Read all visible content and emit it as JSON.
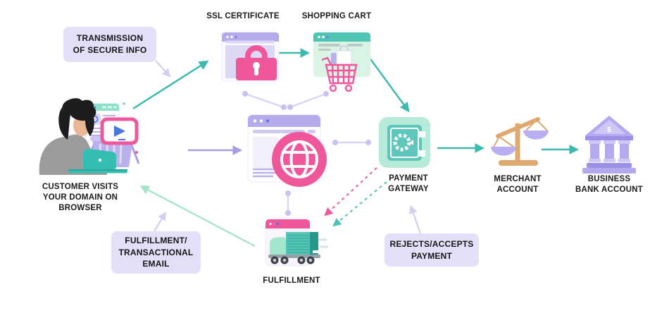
{
  "title": "E-commerce payment flow diagram",
  "labels": {
    "transmission": "TRANSMISSION\nOF SECURE INFO",
    "ssl": "SSL CERTIFICATE",
    "shopping_cart": "SHOPPING CART",
    "customer": "CUSTOMER VISITS\nYOUR DOMAIN ON\nBROWSER",
    "payment_gateway": "PAYMENT\nGATEWAY",
    "merchant_account": "MERCHANT\nACCOUNT",
    "business_bank_account": "BUSINESS\nBANK ACCOUNT",
    "fulfillment_email": "FULFILLMENT/\nTRANSACTIONAL\nEMAIL",
    "rejects_accepts": "REJECTS/ACCEPTS\nPAYMENT",
    "fulfillment": "FULFILLMENT"
  },
  "icons": {
    "bank_dollar": "$",
    "names": [
      "customer-at-laptop-icon",
      "browser-window-icon",
      "video-player-icon",
      "shopping-basket-icon",
      "laptop-icon",
      "padlock-icon",
      "shopping-cart-icon",
      "globe-icon",
      "safe-vault-icon",
      "balance-scale-icon",
      "bank-building-icon",
      "delivery-truck-icon"
    ]
  },
  "colors": {
    "teal_arrow": "#3EB9AD",
    "light_green_arrow": "#A5E3C8",
    "purple_arrow": "#A89BE4",
    "lavender_arrow": "#D4CEF2",
    "pink": "#F0579B",
    "note_bg": "#E4DFF8",
    "text": "#1B1B1B",
    "mint": "#B7EAD8",
    "safe_teal": "#5FC6BB",
    "window_purple": "#B5ABEB",
    "window_teal": "#4EC4B4",
    "bank_purple": "#B3A9EF",
    "scale_tan": "#DFA86F"
  },
  "edges": [
    {
      "from": "customer",
      "to": "ssl_certificate",
      "style": "solid",
      "color": "teal"
    },
    {
      "from": "ssl_certificate",
      "to": "shopping_cart",
      "style": "solid",
      "color": "teal"
    },
    {
      "from": "shopping_cart",
      "to": "payment_gateway",
      "style": "solid",
      "color": "teal"
    },
    {
      "from": "customer",
      "to": "website_browser",
      "style": "solid",
      "color": "purple"
    },
    {
      "from": "payment_gateway",
      "to": "merchant_account",
      "style": "solid",
      "color": "teal"
    },
    {
      "from": "merchant_account",
      "to": "business_bank_account",
      "style": "solid",
      "color": "teal"
    },
    {
      "from": "payment_gateway",
      "to": "fulfillment",
      "style": "dashed",
      "color": "pink"
    },
    {
      "from": "payment_gateway",
      "to": "fulfillment",
      "style": "dashed",
      "color": "teal"
    },
    {
      "from": "fulfillment",
      "to": "customer",
      "style": "solid",
      "color": "light-green"
    },
    {
      "from": "note_transmission",
      "to": "customer_ssl_flow",
      "style": "solid",
      "color": "lavender"
    },
    {
      "from": "note_fulfillment_email",
      "to": "fulfillment_customer_flow",
      "style": "solid",
      "color": "lavender"
    },
    {
      "from": "note_rejects_accepts",
      "to": "payment_gateway",
      "style": "solid",
      "color": "lavender"
    }
  ]
}
